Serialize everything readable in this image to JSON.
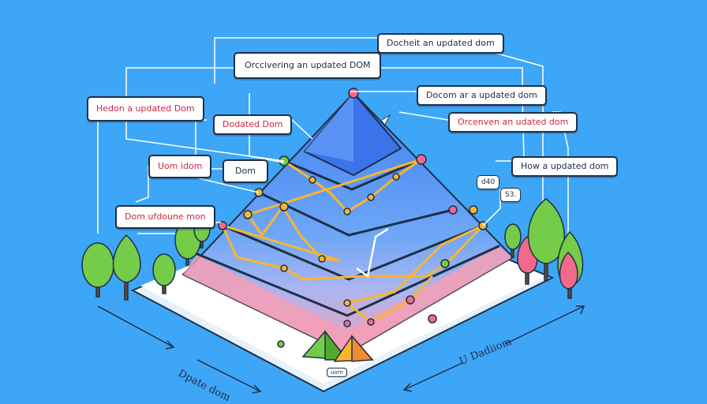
{
  "labels": {
    "top_right": "Docheit an updated dom",
    "top_center": "Orccivering an updated DOM",
    "left_1": "Hedon a updated Dom",
    "center_1": "Dodated Dom",
    "right_1": "Docom ar a updated dom",
    "right_2": "Orcenven an udated dom",
    "left_2": "Uom idom",
    "center_2": "Dom",
    "right_3": "How a updated dom",
    "small_1": "d40",
    "small_2": "S3.",
    "left_3": "Dom ufdoune mon",
    "base_tag": "uom"
  },
  "axes": {
    "left": "Dpate dom",
    "right": "U Dadiiom"
  },
  "colors": {
    "background": "#3ea6f6",
    "label_text_red": "#c8283f",
    "label_text_dark": "#1d2c46",
    "pyramid_top": "#3f7ef0",
    "pyramid_bottom": "#f59fb5",
    "path_line": "#f7b631",
    "tree_green": "#74cc48",
    "tree_pink": "#f2698c"
  }
}
